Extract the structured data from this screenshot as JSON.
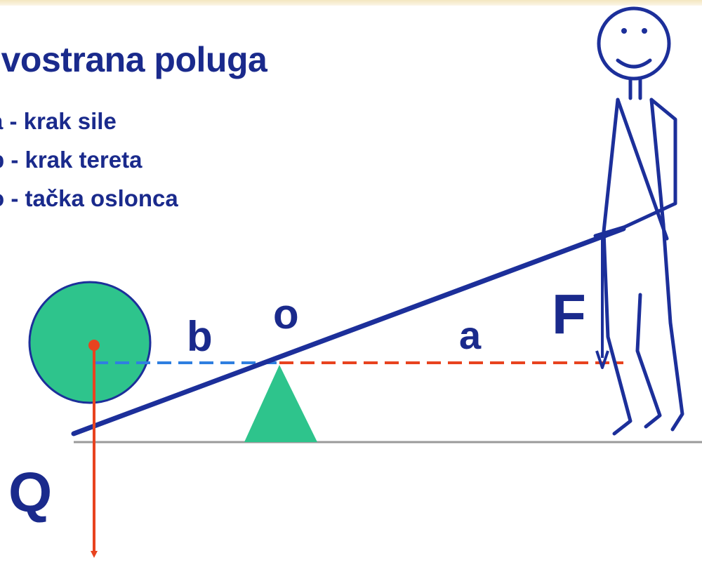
{
  "title": "Dvostrana poluga",
  "legend": [
    "a - krak sile",
    "b - krak tereta",
    "o - tačka oslonca"
  ],
  "labels": {
    "b": "b",
    "o": "o",
    "a": "a",
    "F": "F",
    "Q": "Q"
  },
  "colors": {
    "text": "#1a2a8c",
    "lever": "#1c2f9a",
    "green": "#2ec48c",
    "red_dash": "#e8431f",
    "blue_dash": "#2f7fe0",
    "ground": "#9a9a9a",
    "weight_arrow": "#e8431f"
  }
}
